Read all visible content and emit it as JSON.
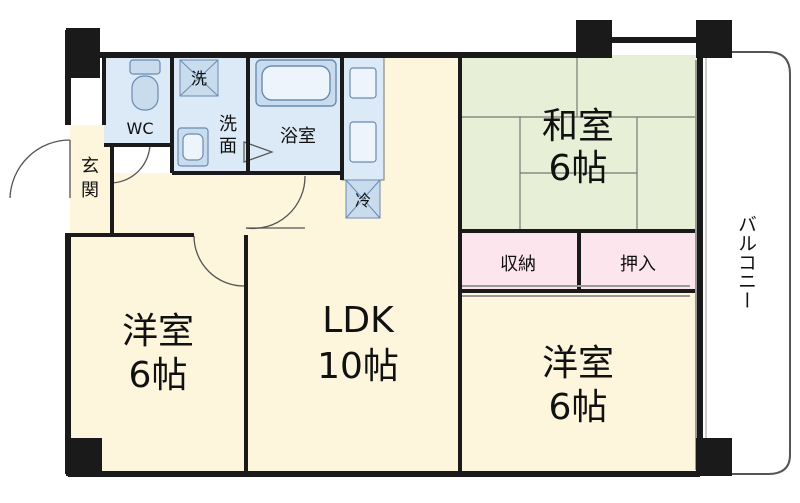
{
  "colors": {
    "wall": "#1a1a1a",
    "room_cream": "#fdf6dc",
    "room_tatami": "#e7f0d7",
    "closet_pink": "#fde5ee",
    "wet_area": "#dce9f6",
    "fixture": "#c9dcee",
    "balcony": "#ffffff"
  },
  "rooms": {
    "washitsu": {
      "name": "和室",
      "size": "6帖"
    },
    "youshitsu_left": {
      "name": "洋室",
      "size": "6帖"
    },
    "youshitsu_right": {
      "name": "洋室",
      "size": "6帖"
    },
    "ldk": {
      "name": "LDK",
      "size": "10帖"
    },
    "bath": {
      "name": "浴室"
    },
    "washroom": {
      "name_top": "洗",
      "name_bottom": "面"
    },
    "wc": {
      "name": "WC"
    },
    "entrance": {
      "name_top": "玄",
      "name_bottom": "関"
    },
    "storage": {
      "name": "収納"
    },
    "oshiire": {
      "name": "押入"
    },
    "balcony": {
      "name": "バルコニー"
    }
  },
  "fixtures": {
    "washer": "洗",
    "fridge": "冷"
  }
}
